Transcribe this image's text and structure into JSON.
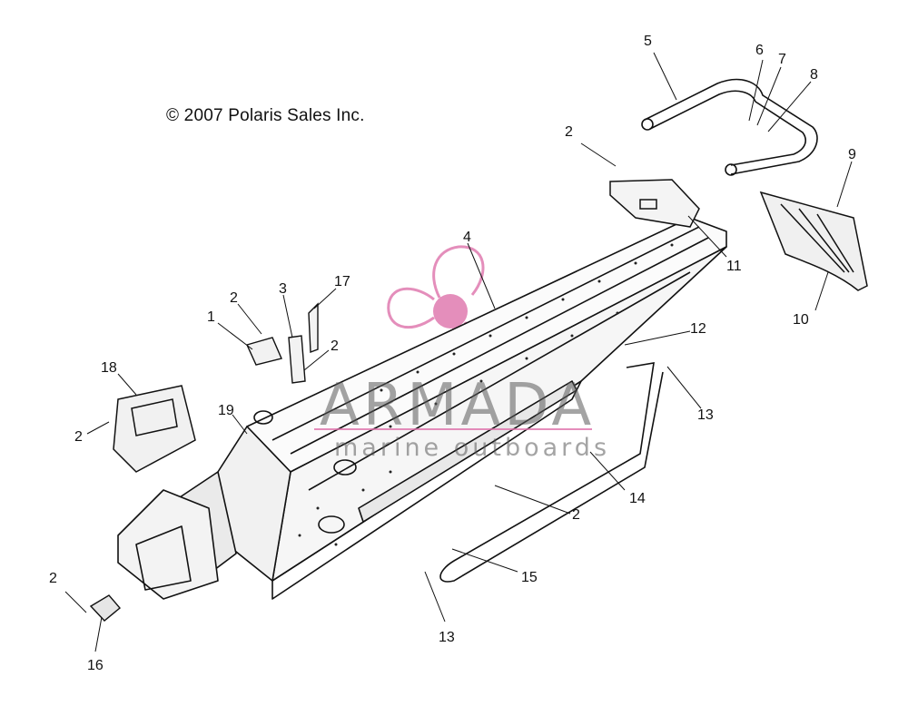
{
  "copyright": "© 2007 Polaris Sales Inc.",
  "watermark": {
    "title": "ARMADA",
    "subtitle": "marine outboards",
    "logo_color": "#e07bb0"
  },
  "callouts": [
    {
      "id": "c1",
      "label": "1"
    },
    {
      "id": "c2a",
      "label": "2"
    },
    {
      "id": "c2b",
      "label": "2"
    },
    {
      "id": "c2c",
      "label": "2"
    },
    {
      "id": "c2d",
      "label": "2"
    },
    {
      "id": "c2e",
      "label": "2"
    },
    {
      "id": "c2f",
      "label": "2"
    },
    {
      "id": "c3",
      "label": "3"
    },
    {
      "id": "c4",
      "label": "4"
    },
    {
      "id": "c5",
      "label": "5"
    },
    {
      "id": "c6",
      "label": "6"
    },
    {
      "id": "c7",
      "label": "7"
    },
    {
      "id": "c8",
      "label": "8"
    },
    {
      "id": "c9",
      "label": "9"
    },
    {
      "id": "c10",
      "label": "10"
    },
    {
      "id": "c11",
      "label": "11"
    },
    {
      "id": "c12",
      "label": "12"
    },
    {
      "id": "c13a",
      "label": "13"
    },
    {
      "id": "c13b",
      "label": "13"
    },
    {
      "id": "c14",
      "label": "14"
    },
    {
      "id": "c15",
      "label": "15"
    },
    {
      "id": "c16",
      "label": "16"
    },
    {
      "id": "c17",
      "label": "17"
    },
    {
      "id": "c18",
      "label": "18"
    },
    {
      "id": "c19",
      "label": "19"
    }
  ]
}
